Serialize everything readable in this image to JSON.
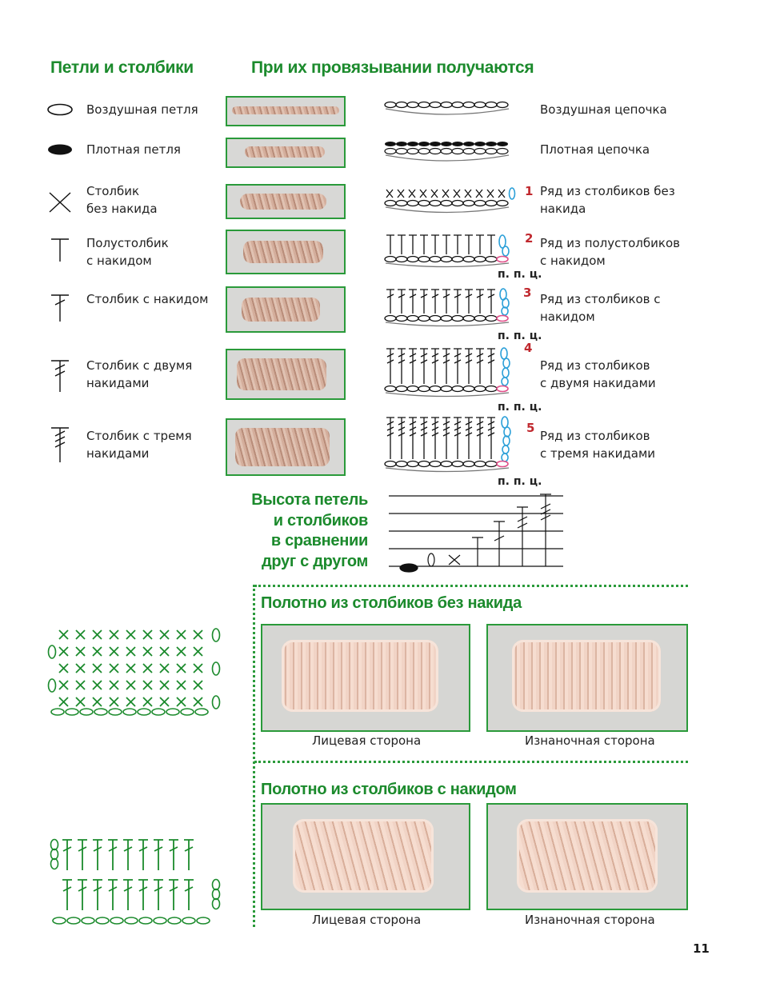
{
  "headers": {
    "loops": "Петли и столбики",
    "result": "При их провязывании получаются",
    "height": "Высота петель\nи столбиков\nв сравнении\nдруг с другом",
    "sc_fabric": "Полотно из столбиков без накида",
    "dc_fabric": "Полотно из столбиков с накидом"
  },
  "stitches": [
    {
      "label": "Воздушная петля",
      "symbol": "chain-symbol-icon",
      "result": "Воздушная цепочка"
    },
    {
      "label": "Плотная петля",
      "symbol": "slip-stitch-symbol-icon",
      "result": "Плотная цепочка"
    },
    {
      "label": "Столбик\nбез накида",
      "symbol": "single-crochet-symbol-icon",
      "result": "Ряд из столбиков без\nнакида",
      "num": "1"
    },
    {
      "label": "Полустолбик\nс накидом",
      "symbol": "half-double-crochet-symbol-icon",
      "result": "Ряд из полустолбиков\nс накидом",
      "num": "2",
      "note": "п. п. ц."
    },
    {
      "label": "Столбик с накидом",
      "symbol": "double-crochet-symbol-icon",
      "result": "Ряд из столбиков с\nнакидом",
      "num": "3",
      "note": "п. п. ц."
    },
    {
      "label": "Столбик с двумя\nнакидами",
      "symbol": "treble-crochet-symbol-icon",
      "result": "Ряд из столбиков\nс двумя накидами",
      "num": "4",
      "note": "п. п. ц."
    },
    {
      "label": "Столбик с тремя\nнакидами",
      "symbol": "double-treble-symbol-icon",
      "result": "Ряд из столбиков\nс тремя накидами",
      "num": "5",
      "note": "п. п. ц."
    }
  ],
  "captions": {
    "front": "Лицевая сторона",
    "back": "Изнаночная сторона"
  },
  "page_number": "11",
  "colors": {
    "accent": "#1b8a2c",
    "border": "#2a9a3a",
    "turning": "#2a9fd8",
    "marker": "#e0508a",
    "number": "#c0282e"
  }
}
